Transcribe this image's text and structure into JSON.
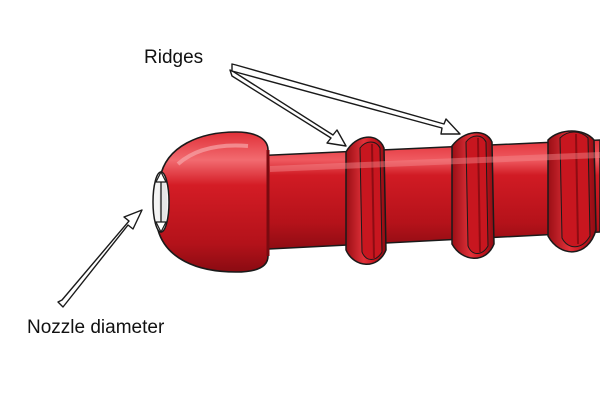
{
  "labels": {
    "ridges": "Ridges",
    "nozzle_diameter": "Nozzle diameter"
  },
  "colors": {
    "tube_base": "#c8161f",
    "tube_dark": "#8e0c13",
    "tube_light": "#ef5a60",
    "outline": "#1a1a1a",
    "arrow_fill": "#ffffff",
    "nozzle_opening": "#ffffff"
  },
  "icons": {
    "pointer": "arrow",
    "diameter": "double-headed-arrow"
  }
}
